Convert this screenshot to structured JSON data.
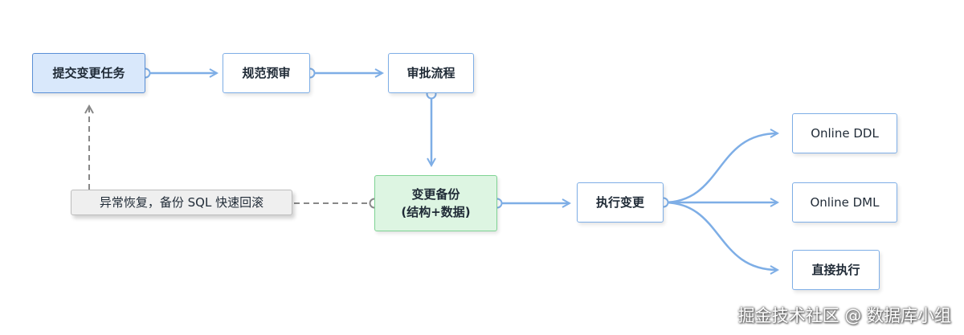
{
  "nodes": {
    "submit": "提交变更任务",
    "review": "规范预审",
    "approval": "审批流程",
    "backup_line1": "变更备份",
    "backup_line2": "(结构+数据)",
    "execute": "执行变更",
    "online_ddl": "Online DDL",
    "online_dml": "Online DML",
    "direct_exec": "直接执行",
    "rollback": "异常恢复，备份 SQL 快速回滚"
  },
  "watermark": "掘金技术社区 @ 数据库小组",
  "colors": {
    "arrow": "#7eaee6",
    "dashed": "#888888",
    "submit_fill": "#d9e8fb",
    "backup_fill": "#ddf5e2",
    "rollback_fill": "#efefef"
  }
}
